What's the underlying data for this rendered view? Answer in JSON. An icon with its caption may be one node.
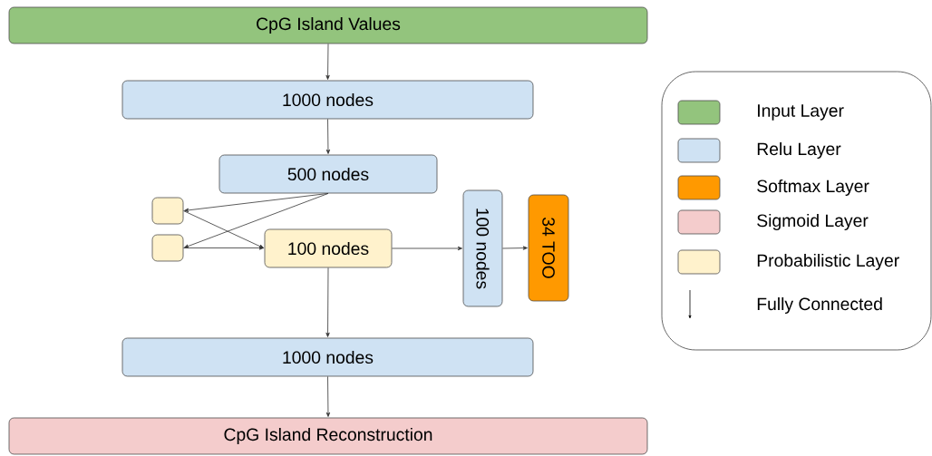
{
  "diagram": {
    "nodes": [
      {
        "text": [
          "CpG Island Values"
        ]
      },
      {
        "text": [
          "1000 nodes"
        ]
      },
      {
        "text": [
          "500 nodes"
        ]
      },
      {
        "text": [],
        "shape": "box"
      },
      {
        "text": [],
        "shape": "box"
      },
      {
        "text": [
          "100 nodes"
        ]
      },
      {
        "text": [
          "100 nodes"
        ]
      },
      {
        "text": [
          "34 TOO"
        ]
      },
      {
        "text": [
          "1000 nodes"
        ]
      },
      {
        "text": [
          "CpG Island Reconstruction"
        ]
      }
    ],
    "edges": [
      {
        "from": 0,
        "to": 1,
        "arrow": "to"
      },
      {
        "from": 1,
        "to": 2,
        "arrow": "to"
      },
      {
        "from": 2,
        "to": 3,
        "arrow": "to"
      },
      {
        "from": 2,
        "to": 4,
        "arrow": "to"
      },
      {
        "from": 3,
        "to": 5,
        "arrow": "to"
      },
      {
        "from": 4,
        "to": 5,
        "arrow": "to"
      },
      {
        "from": 5,
        "to": 6,
        "arrow": "to"
      },
      {
        "from": 6,
        "to": 7,
        "arrow": "to"
      },
      {
        "from": 5,
        "to": 8,
        "arrow": "to"
      },
      {
        "from": 8,
        "to": 9,
        "arrow": "to"
      }
    ],
    "legend": [
      {
        "text": "Input Layer",
        "color": "#93c47d"
      },
      {
        "text": "Relu Layer",
        "color": "#cfe2f3"
      },
      {
        "text": "Softmax Layer",
        "color": "#ff9900"
      },
      {
        "text": "Sigmoid Layer",
        "color": "#f4cccc"
      },
      {
        "text": "Probabilistic Layer",
        "color": "#fff2cc"
      },
      {
        "text": "Fully Connected"
      }
    ]
  }
}
